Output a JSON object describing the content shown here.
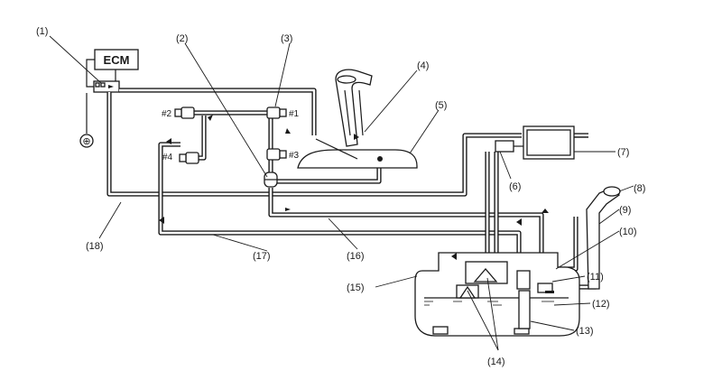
{
  "ecm_label": "ECM",
  "power_symbol": "⊕",
  "ports": [
    "#1",
    "#2",
    "#3",
    "#4"
  ],
  "callouts": [
    "(1)",
    "(2)",
    "(3)",
    "(4)",
    "(5)",
    "(6)",
    "(7)",
    "(8)",
    "(9)",
    "(10)",
    "(11)",
    "(12)",
    "(13)",
    "(14)",
    "(15)",
    "(16)",
    "(17)",
    "(18)"
  ]
}
